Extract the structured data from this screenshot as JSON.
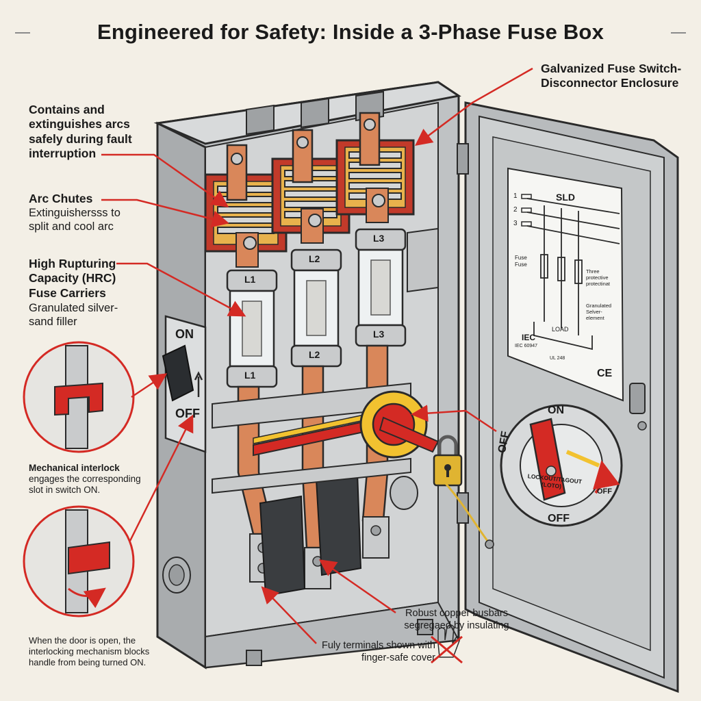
{
  "title": "Engineered for Safety: Inside a 3-Phase Fuse Box",
  "callouts": {
    "enclosure": "Galvanized Fuse Switch-Disconnector Enclosure",
    "arc_function": "Contains and extinguishes arcs safely during fault interruption",
    "arc_chutes_title": "Arc Chutes",
    "arc_chutes_desc": "Extinguishersss to split and cool arc",
    "hrc_title": "High Rupturing Capacity (HRC) Fuse Carriers",
    "hrc_desc": "Granulated silver-sand filler",
    "interlock_title": "Mechanical interlock",
    "interlock_desc": "engages the corresponding slot in switch ON.",
    "door_open_note": "When the door is open, the interlocking mechanism blocks handle from being turned ON.",
    "busbars": "Robust copper busbars segregaed by insulating",
    "terminals": "Fuly terminals shown with finger-safe cover"
  },
  "phase_labels": [
    "L1",
    "L2",
    "L3"
  ],
  "switch_labels": {
    "on": "ON",
    "off": "OFF"
  },
  "door_handle": {
    "on": "ON",
    "off_left": "OFF",
    "off_bottom": "OFF",
    "off_right": "OFF",
    "lockout": "LOCKOUT/TAGOUT (LOTO)"
  },
  "sld": {
    "title": "SLD",
    "lines": [
      "1",
      "2",
      "3"
    ],
    "fuse_label": "Fuse Fuse",
    "protective_label": "Three protective protectinat",
    "element_label": "Granulated Selver- element",
    "load_label": "LOAD",
    "cert_iec": "IEC",
    "cert_iec_no": "IEC 60947",
    "cert_ul": "UL 248",
    "cert_ce": "CE"
  },
  "colors": {
    "background": "#f3efe6",
    "steel": "#c9cbcc",
    "copper": "#d9875a",
    "accent_red": "#d42a24",
    "yellow": "#f2c230"
  }
}
